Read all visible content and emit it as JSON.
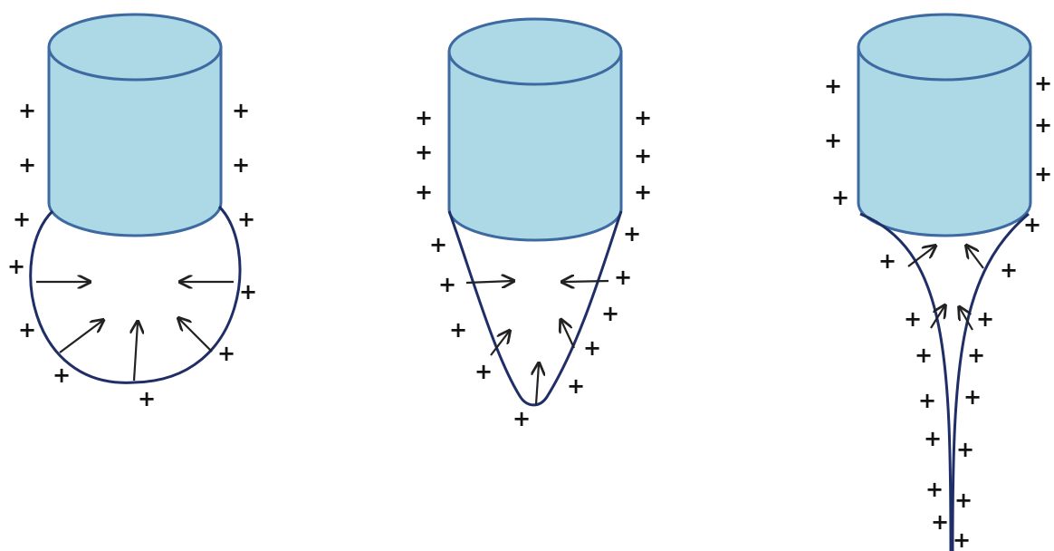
{
  "figure": {
    "panels": [
      {
        "id": "hemispherical-drop",
        "charge_symbol": "+"
      },
      {
        "id": "conical-drop",
        "charge_symbol": "+"
      },
      {
        "id": "jetting-cone",
        "charge_symbol": "+"
      }
    ],
    "colors": {
      "cylinder_fill": "#add8e6",
      "cylinder_stroke": "#3d6aa1",
      "meniscus_stroke": "#1f2e66",
      "arrow_color": "#222222",
      "charge_color": "#111111"
    }
  }
}
